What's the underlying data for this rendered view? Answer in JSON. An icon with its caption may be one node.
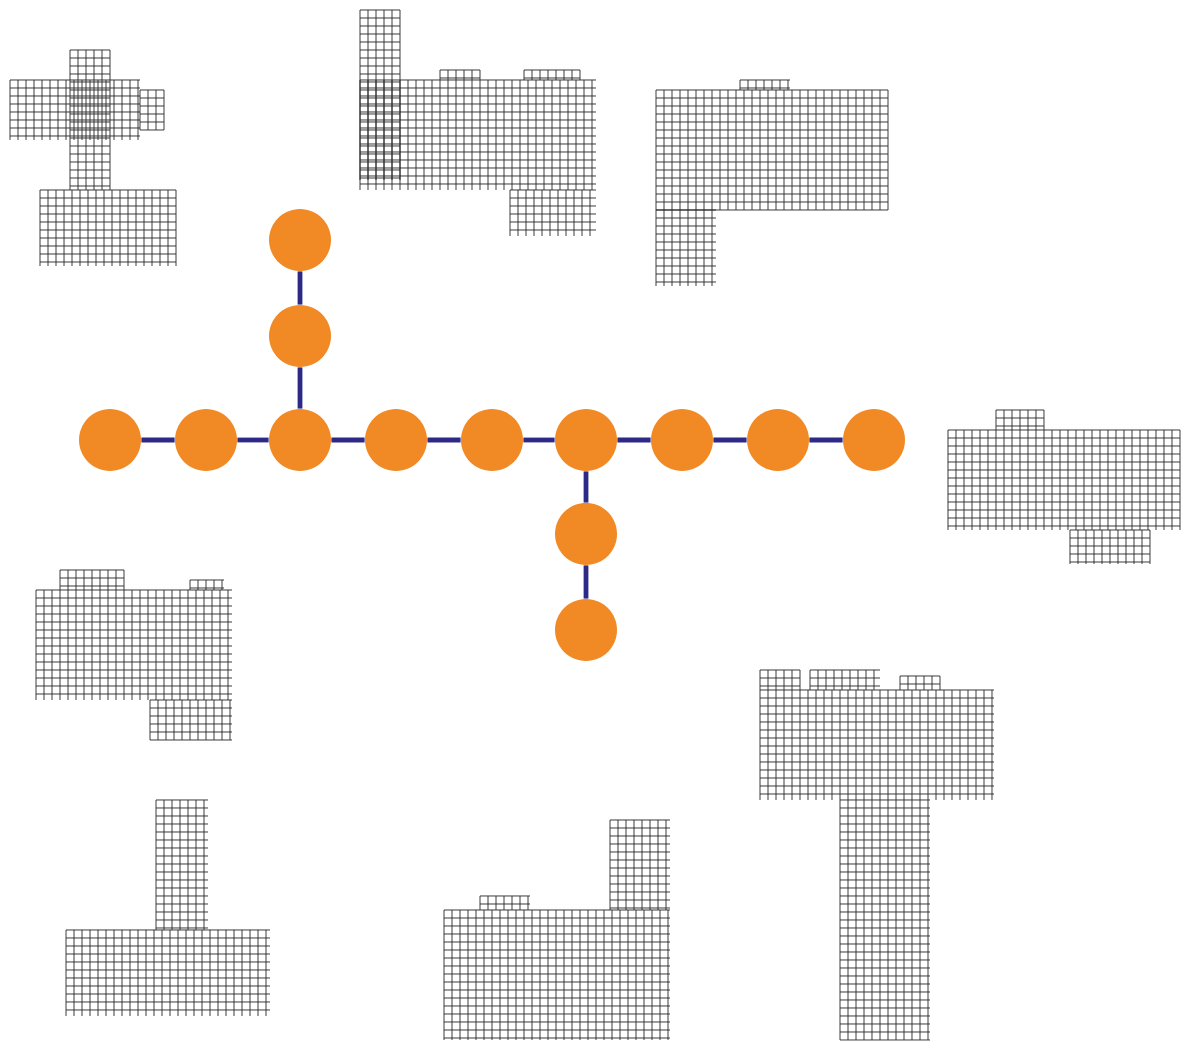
{
  "diagram": {
    "nodes": [
      {
        "text": [],
        "shape": "circle"
      },
      {
        "text": [],
        "shape": "circle"
      },
      {
        "text": [],
        "shape": "circle"
      },
      {
        "text": [],
        "shape": "circle"
      },
      {
        "text": [],
        "shape": "circle"
      },
      {
        "text": [],
        "shape": "circle"
      },
      {
        "text": [],
        "shape": "circle"
      },
      {
        "text": [],
        "shape": "circle"
      },
      {
        "text": [],
        "shape": "circle"
      },
      {
        "text": [],
        "shape": "circle"
      },
      {
        "text": [],
        "shape": "circle"
      },
      {
        "text": [],
        "shape": "circle"
      },
      {
        "text": [],
        "shape": "circle"
      }
    ],
    "edges": [
      {
        "from": 0,
        "to": 1,
        "arrow": "none"
      },
      {
        "from": 1,
        "to": 4,
        "arrow": "none"
      },
      {
        "from": 2,
        "to": 3,
        "arrow": "none"
      },
      {
        "from": 3,
        "to": 4,
        "arrow": "none"
      },
      {
        "from": 4,
        "to": 5,
        "arrow": "none"
      },
      {
        "from": 5,
        "to": 6,
        "arrow": "none"
      },
      {
        "from": 6,
        "to": 7,
        "arrow": "none"
      },
      {
        "from": 7,
        "to": 8,
        "arrow": "none"
      },
      {
        "from": 8,
        "to": 9,
        "arrow": "none"
      },
      {
        "from": 9,
        "to": 10,
        "arrow": "none"
      },
      {
        "from": 7,
        "to": 11,
        "arrow": "none"
      },
      {
        "from": 11,
        "to": 12,
        "arrow": "none"
      }
    ]
  }
}
